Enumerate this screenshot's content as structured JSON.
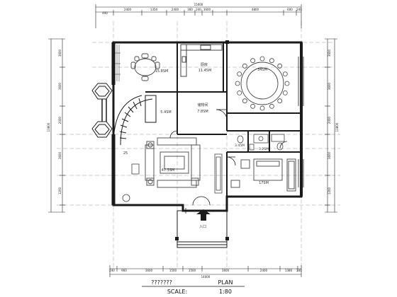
{
  "drawing": {
    "title": "???????",
    "plan_label": "PLAN",
    "scale_label": "SCALE:",
    "scale_value": "1:80"
  },
  "dimensions": {
    "top_total": "15000",
    "top_left": "400",
    "top_segments": [
      "2400",
      "1350",
      "2400",
      "360",
      "240",
      "3600",
      "4800",
      "600",
      "240"
    ],
    "bottom_total": "14000",
    "bottom_segments": [
      "240",
      "960",
      "3600",
      "1500",
      "1500",
      "3600",
      "2400",
      "1380",
      "240"
    ],
    "left_total": "13800",
    "left_segments": [
      "3600",
      "3600",
      "2000",
      "3600",
      "1200"
    ],
    "right_total": "13800",
    "right_segments": [
      "3600",
      "3600",
      "2000",
      "3600",
      "1200"
    ]
  },
  "rooms": [
    {
      "id": "dining-nook",
      "name": "",
      "area": "15.8SM"
    },
    {
      "id": "kitchen",
      "name": "厨房",
      "area": "11.45M"
    },
    {
      "id": "banquet-hall",
      "name": "",
      "area": "34SM"
    },
    {
      "id": "stair-hall",
      "name": "",
      "area": "5.4SM"
    },
    {
      "id": "store-room",
      "name": "储物间",
      "area": "7.8SM"
    },
    {
      "id": "living-room",
      "name": "",
      "area": "47.3SM"
    },
    {
      "id": "bath-1",
      "name": "",
      "area": "3.2SM"
    },
    {
      "id": "bath-2",
      "name": "",
      "area": "3.45M"
    },
    {
      "id": "bedroom",
      "name": "",
      "area": "17SM"
    }
  ],
  "misc_labels": {
    "stair_number": "25",
    "entrance_label": "入口"
  },
  "colors": {
    "wall": "#1a1a1a",
    "gridline": "#888888",
    "furniture": "#444444",
    "text": "#222222"
  }
}
